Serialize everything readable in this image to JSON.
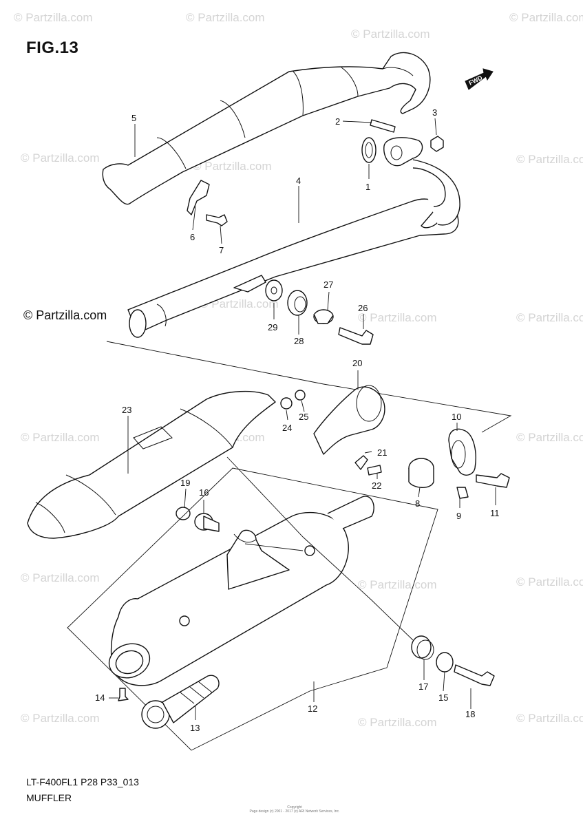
{
  "figure": {
    "title": "FIG.13",
    "model_code": "LT-F400FL1 P28 P33_013",
    "name": "MUFFLER",
    "copyright": "© Partzilla.com",
    "watermark": "© Partzilla.com",
    "direction_label": "FWD",
    "footer_line1": "Copyright",
    "footer_line2": "Page design (c) 2001 - 2017 (c) ARI Network Services, Inc."
  },
  "callouts": {
    "c1": "1",
    "c2": "2",
    "c3": "3",
    "c4": "4",
    "c5": "5",
    "c6": "6",
    "c7": "7",
    "c8": "8",
    "c9": "9",
    "c10": "10",
    "c11": "11",
    "c12": "12",
    "c13": "13",
    "c14": "14",
    "c15": "15",
    "c16": "16",
    "c17": "17",
    "c18": "18",
    "c19": "19",
    "c20": "20",
    "c21": "21",
    "c22": "22",
    "c23": "23",
    "c24": "24",
    "c25": "25",
    "c26": "26",
    "c27": "27",
    "c28": "28",
    "c29": "29"
  },
  "colors": {
    "line": "#111111",
    "watermark": "#d4d4d4",
    "background": "#ffffff"
  }
}
